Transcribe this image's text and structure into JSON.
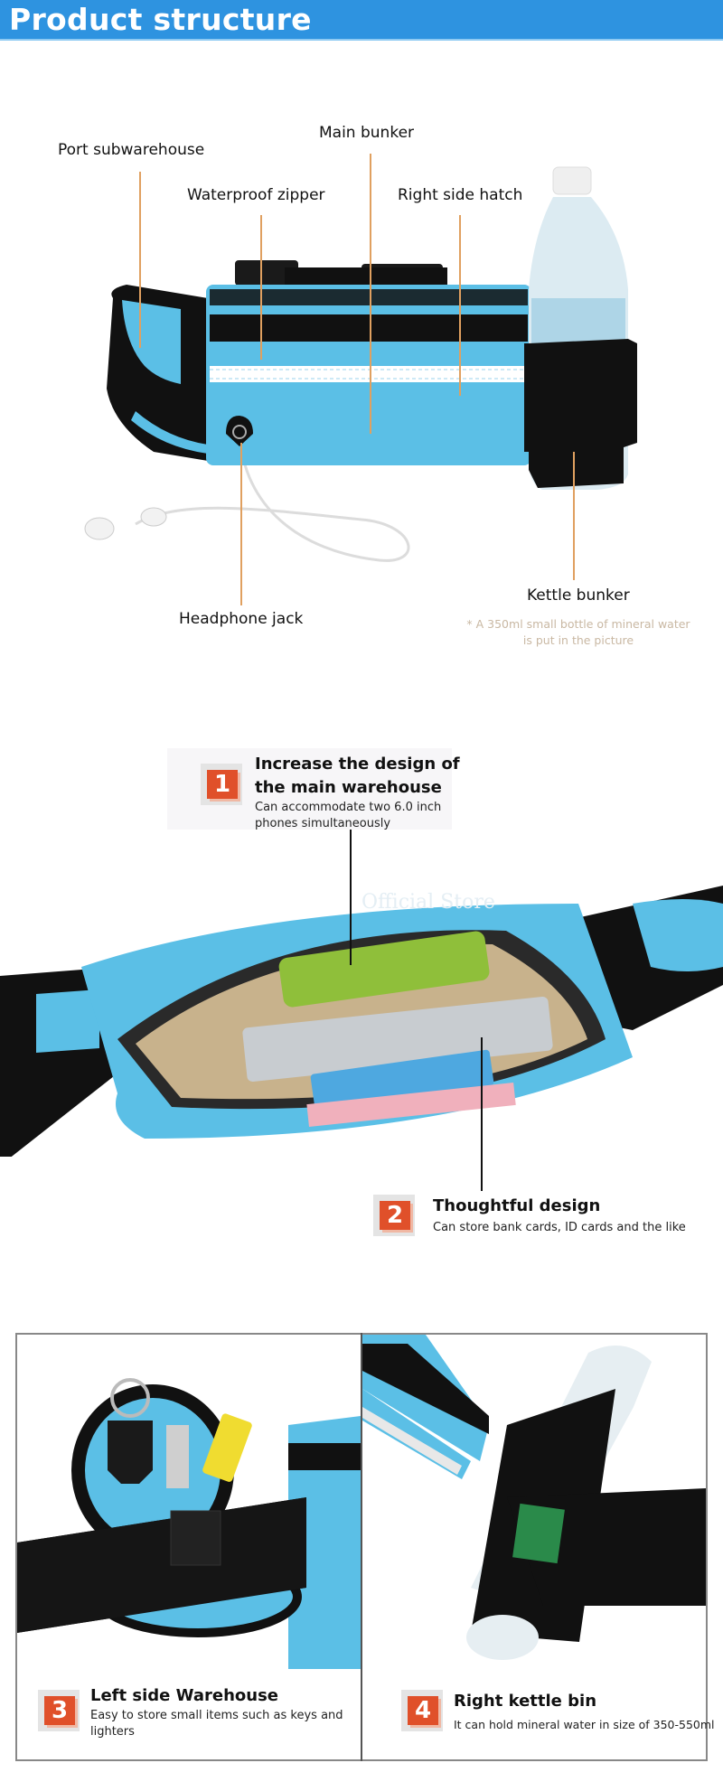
{
  "header": {
    "title": "Product structure"
  },
  "structure": {
    "labels": {
      "port_subwarehouse": "Port subwarehouse",
      "main_bunker": "Main bunker",
      "waterproof_zipper": "Waterproof zipper",
      "right_side_hatch": "Right side hatch",
      "headphone_jack": "Headphone jack",
      "kettle_bunker": "Kettle bunker"
    },
    "note_line1": "* A 350ml small bottle of mineral water",
    "note_line2": "is put in the picture"
  },
  "features": [
    {
      "number": "1",
      "title_line1": "Increase the design of",
      "title_line2": "the main warehouse",
      "desc_line1": "Can accommodate two 6.0 inch",
      "desc_line2": "phones simultaneously"
    },
    {
      "number": "2",
      "title": "Thoughtful design",
      "desc": "Can store bank cards, ID cards and the like"
    },
    {
      "number": "3",
      "title": "Left side Warehouse",
      "desc_line1": "Easy to store small items such as keys and",
      "desc_line2": "lighters"
    },
    {
      "number": "4",
      "title": "Right kettle bin",
      "desc": "It can hold mineral water in size of 350-550ml"
    }
  ],
  "watermark": "Official Store",
  "colors": {
    "header_bg": "#2e93e0",
    "bag_blue": "#5bbfe6",
    "badge_red": "#e0502a",
    "leader_orange": "#e0a060"
  }
}
